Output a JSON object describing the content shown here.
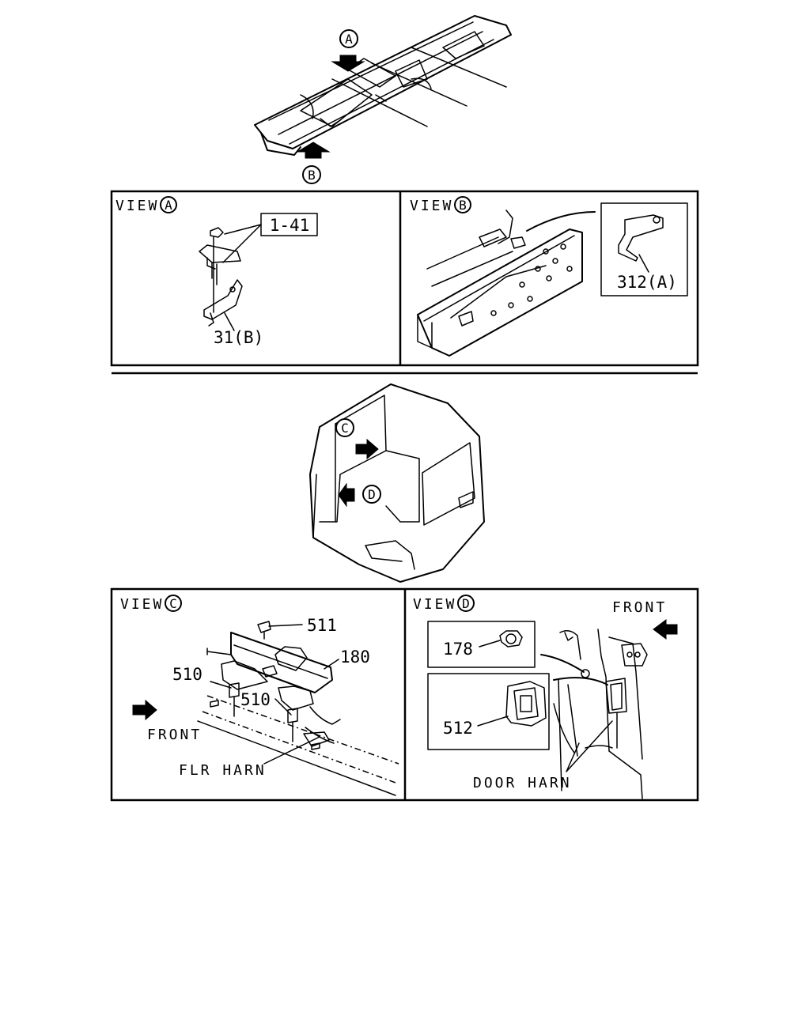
{
  "callouts": {
    "a": "A",
    "b": "B",
    "c": "C",
    "d": "D"
  },
  "views": {
    "a": {
      "title": "VIEW",
      "ref_box": "1-41",
      "part": "31(B)"
    },
    "b": {
      "title": "VIEW",
      "part": "312(A)"
    },
    "c": {
      "title": "VIEW",
      "part_511": "511",
      "part_180": "180",
      "part_510_left": "510",
      "part_510_right": "510",
      "front": "FRONT",
      "harness": "FLR HARN"
    },
    "d": {
      "title": "VIEW",
      "front": "FRONT",
      "part_178": "178",
      "part_512": "512",
      "harness": "DOOR HARN"
    }
  }
}
